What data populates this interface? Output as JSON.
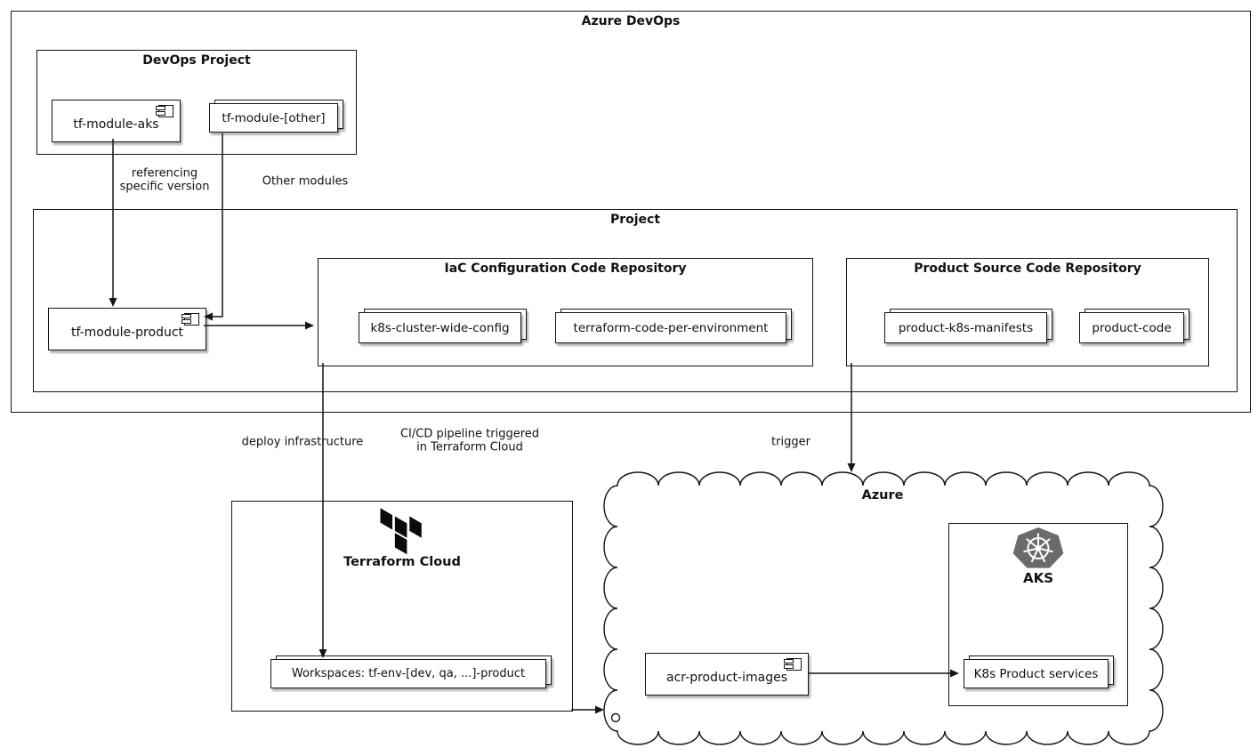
{
  "diagram": {
    "azure_devops": {
      "title": "Azure DevOps"
    },
    "devops_project": {
      "title": "DevOps Project",
      "tf_module_aks": "tf-module-aks",
      "tf_module_other": "tf-module-[other]"
    },
    "project": {
      "title": "Project",
      "tf_module_product": "tf-module-product",
      "iac_repo": {
        "title": "IaC Configuration Code Repository",
        "k8s_cluster_wide_config": "k8s-cluster-wide-config",
        "terraform_code_per_environment": "terraform-code-per-environment"
      },
      "product_repo": {
        "title": "Product Source Code Repository",
        "product_k8s_manifests": "product-k8s-manifests",
        "product_code": "product-code"
      }
    },
    "terraform_cloud": {
      "title": "Terraform Cloud",
      "workspaces": "Workspaces: tf-env-[dev, qa, ...]-product"
    },
    "azure": {
      "title": "Azure",
      "acr": "acr-product-images",
      "aks": {
        "title": "AKS",
        "k8s_services": "K8s Product services"
      }
    },
    "edges": {
      "referencing": "referencing\nspecific version",
      "other_modules": "Other modules",
      "deploy_infrastructure": "deploy infrastructure",
      "cicd": "CI/CD pipeline triggered\nin Terraform Cloud",
      "trigger": "trigger"
    },
    "icons": {
      "component": "uml-component-icon",
      "terraform": "terraform-logo-icon",
      "kubernetes": "kubernetes-wheel-icon"
    },
    "colors": {
      "line": "#151515",
      "background": "#ffffff",
      "kubernetes_gray": "#6b6b6b"
    }
  }
}
